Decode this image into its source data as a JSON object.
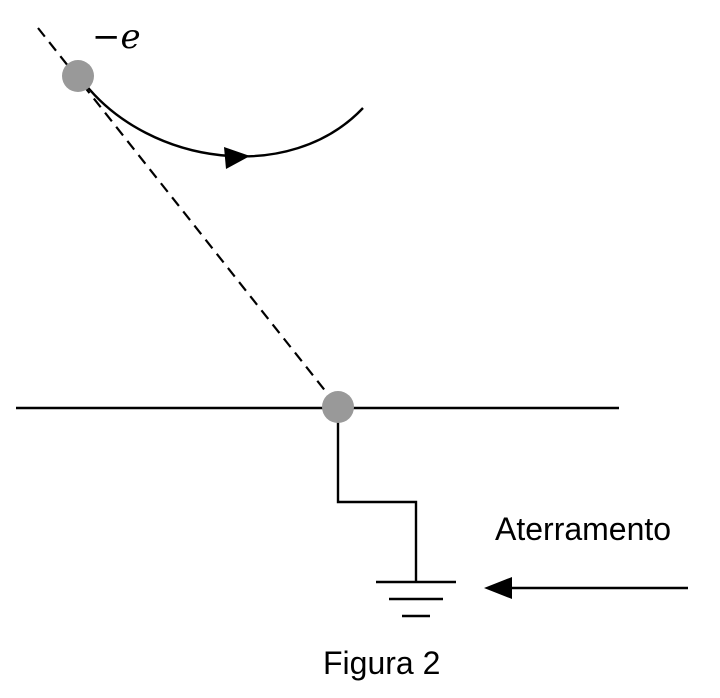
{
  "figure": {
    "charge_label": "−e",
    "ground_label": "Aterramento",
    "caption": "Figura 2"
  },
  "colors": {
    "line": "#000000",
    "charge": "#999999",
    "background": "#ffffff"
  }
}
